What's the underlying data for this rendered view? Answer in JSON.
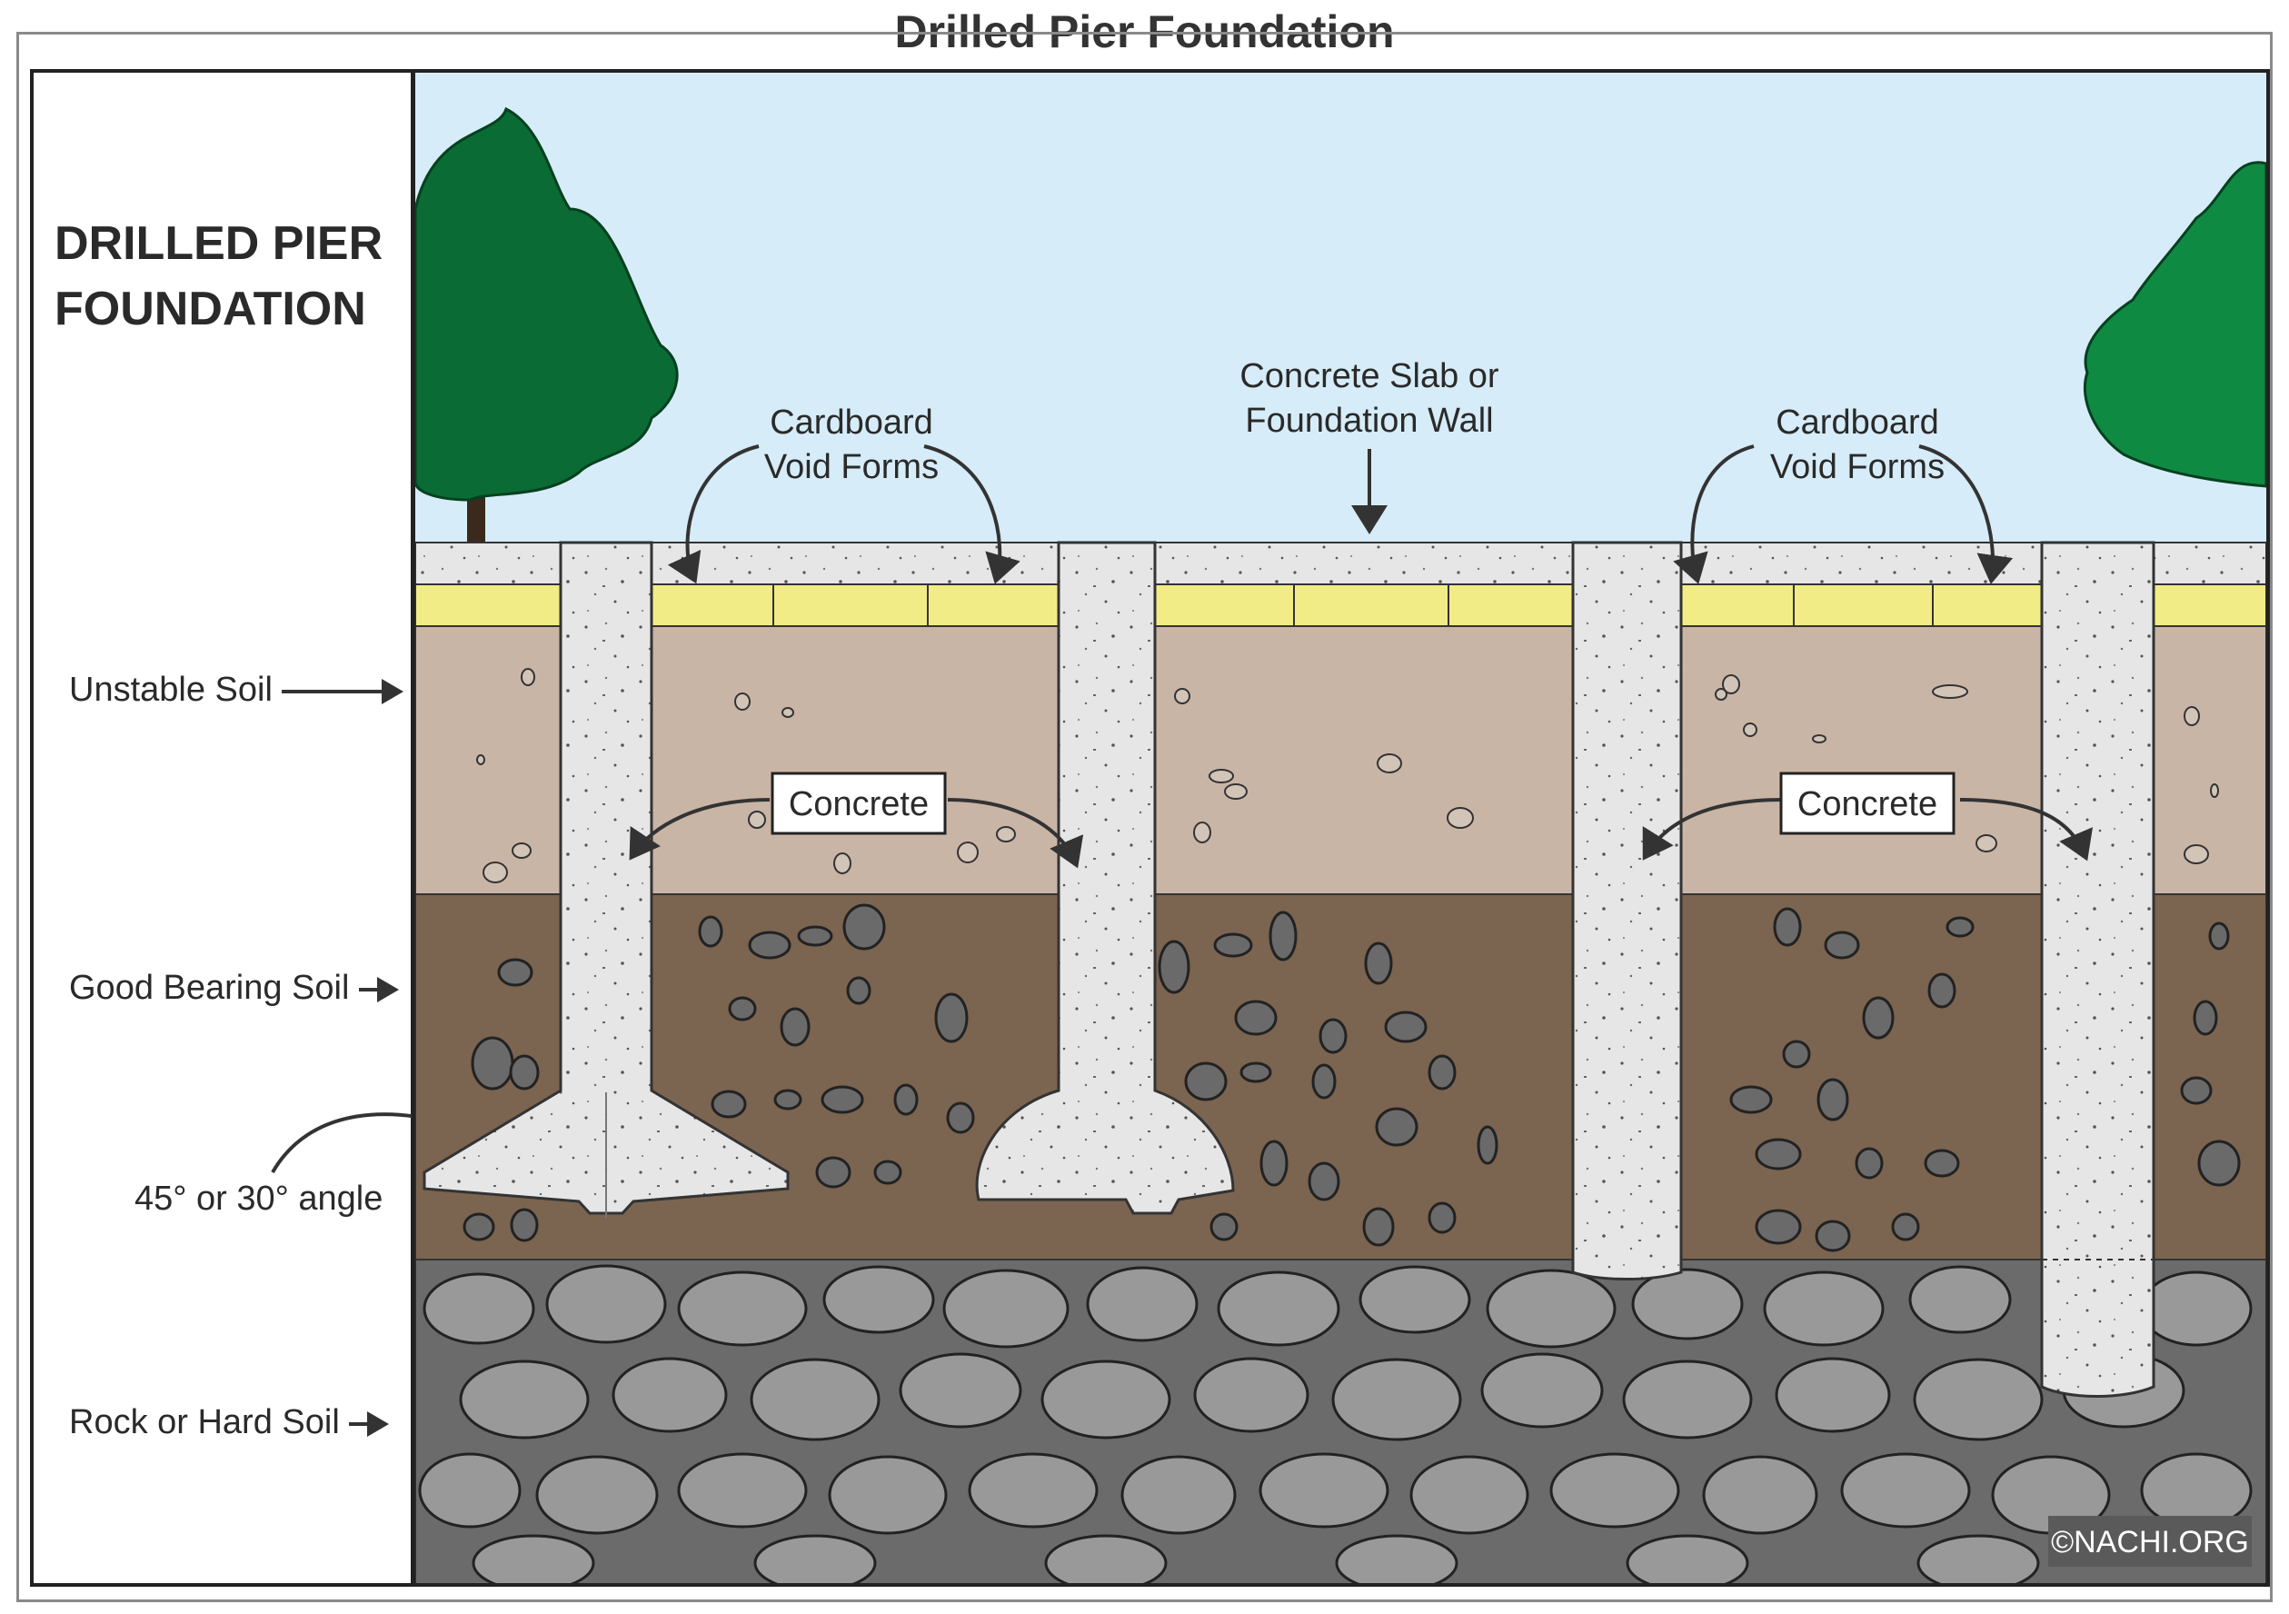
{
  "title": "Drilled Pier Foundation",
  "panel_title_line1": "DRILLED PIER",
  "panel_title_line2": "FOUNDATION",
  "layers": {
    "unstable": "Unstable Soil",
    "good": "Good Bearing Soil",
    "angle": "45° or 30° angle",
    "rock": "Rock or Hard Soil"
  },
  "callouts": {
    "void_forms_left_1": "Cardboard",
    "void_forms_left_2": "Void Forms",
    "slab_1": "Concrete Slab or",
    "slab_2": "Foundation Wall",
    "void_forms_right_1": "Cardboard",
    "void_forms_right_2": "Void Forms",
    "concrete_left": "Concrete",
    "concrete_right": "Concrete"
  },
  "copyright": "©NACHI.ORG",
  "colors": {
    "sky": "#d6ecf8",
    "unstable_soil": "#c9b5a6",
    "good_soil": "#7b6450",
    "rock_bed": "#6b6b6b",
    "rock_stone": "#999999",
    "concrete": "#e6e6e6",
    "void_form": "#f1ec86",
    "tree_dark": "#0a6b35",
    "tree_light": "#0f8a43"
  }
}
